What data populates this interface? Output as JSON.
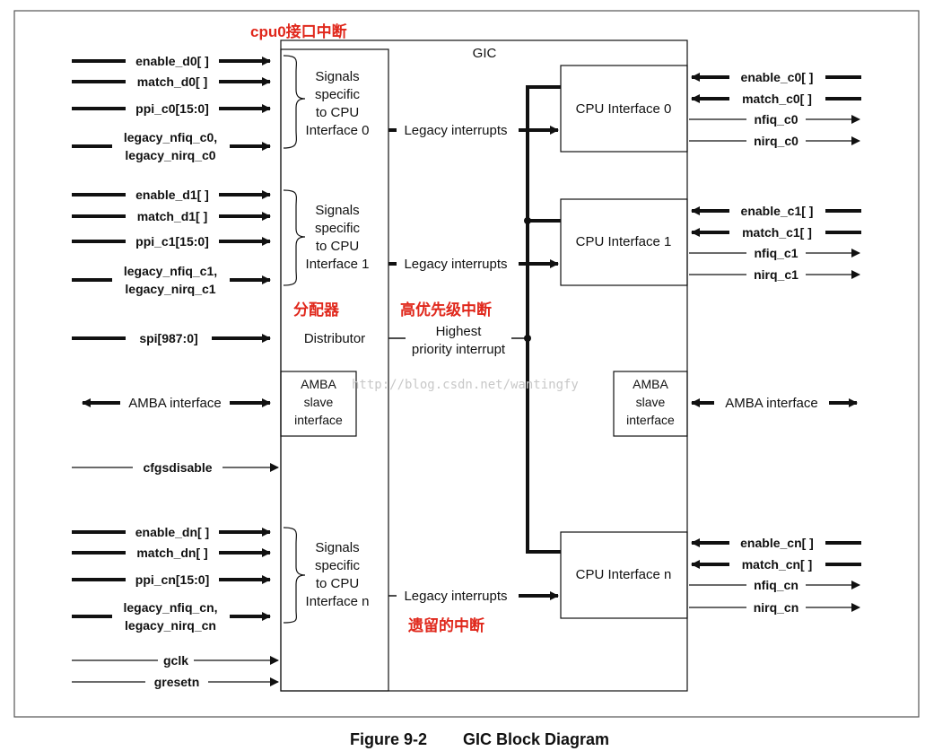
{
  "figure": {
    "number": "Figure 9-2",
    "title": "GIC Block Diagram"
  },
  "gic": {
    "label": "GIC"
  },
  "annotations": {
    "cpu0_interface": "cpu0接口中断",
    "distributor": "分配器",
    "high_priority": "高优先级中断",
    "legacy": "遗留的中断"
  },
  "watermark": "http://blog.csdn.net/wantingfy",
  "left_signals": {
    "enable_d0": "enable_d0[ ]",
    "match_d0": "match_d0[ ]",
    "ppi_c0": "ppi_c0[15:0]",
    "legacy_c0_a": "legacy_nfiq_c0,",
    "legacy_c0_b": "legacy_nirq_c0",
    "enable_d1": "enable_d1[ ]",
    "match_d1": "match_d1[ ]",
    "ppi_c1": "ppi_c1[15:0]",
    "legacy_c1_a": "legacy_nfiq_c1,",
    "legacy_c1_b": "legacy_nirq_c1",
    "spi": "spi[987:0]",
    "amba": "AMBA interface",
    "cfgsdisable": "cfgsdisable",
    "enable_dn": "enable_dn[ ]",
    "match_dn": "match_dn[ ]",
    "ppi_cn": "ppi_cn[15:0]",
    "legacy_cn_a": "legacy_nfiq_cn,",
    "legacy_cn_b": "legacy_nirq_cn",
    "gclk": "gclk",
    "gresetn": "gresetn"
  },
  "distributor_block": {
    "sig0": [
      "Signals",
      "specific",
      "to CPU",
      "Interface 0"
    ],
    "sig1": [
      "Signals",
      "specific",
      "to CPU",
      "Interface 1"
    ],
    "sign": [
      "Signals",
      "specific",
      "to CPU",
      "Interface n"
    ],
    "label": "Distributor",
    "amba": [
      "AMBA",
      "slave",
      "interface"
    ]
  },
  "mid_labels": {
    "legacy0": "Legacy interrupts",
    "legacy1": "Legacy interrupts",
    "legacyn": "Legacy interrupts",
    "highest_a": "Highest",
    "highest_b": "priority interrupt"
  },
  "cpu_interfaces": {
    "c0": "CPU Interface 0",
    "c1": "CPU Interface 1",
    "cn": "CPU Interface n"
  },
  "cpu_amba": [
    "AMBA",
    "slave",
    "interface"
  ],
  "right_signals": {
    "enable_c0": "enable_c0[ ]",
    "match_c0": "match_c0[ ]",
    "nfiq_c0": "nfiq_c0",
    "nirq_c0": "nirq_c0",
    "enable_c1": "enable_c1[ ]",
    "match_c1": "match_c1[ ]",
    "nfiq_c1": "nfiq_c1",
    "nirq_c1": "nirq_c1",
    "amba": "AMBA interface",
    "enable_cn": "enable_cn[ ]",
    "match_cn": "match_cn[ ]",
    "nfiq_cn": "nfiq_cn",
    "nirq_cn": "nirq_cn"
  }
}
